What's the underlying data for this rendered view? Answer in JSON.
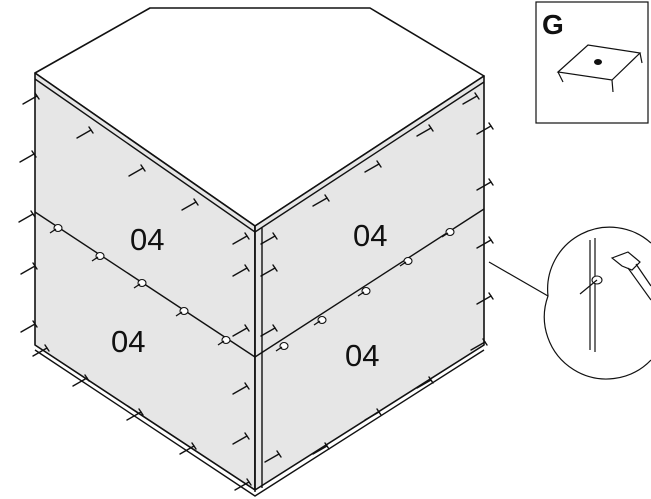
{
  "panels": [
    {
      "label": "04"
    },
    {
      "label": "04"
    },
    {
      "label": "04"
    },
    {
      "label": "04"
    }
  ],
  "inset": {
    "letter": "G"
  }
}
